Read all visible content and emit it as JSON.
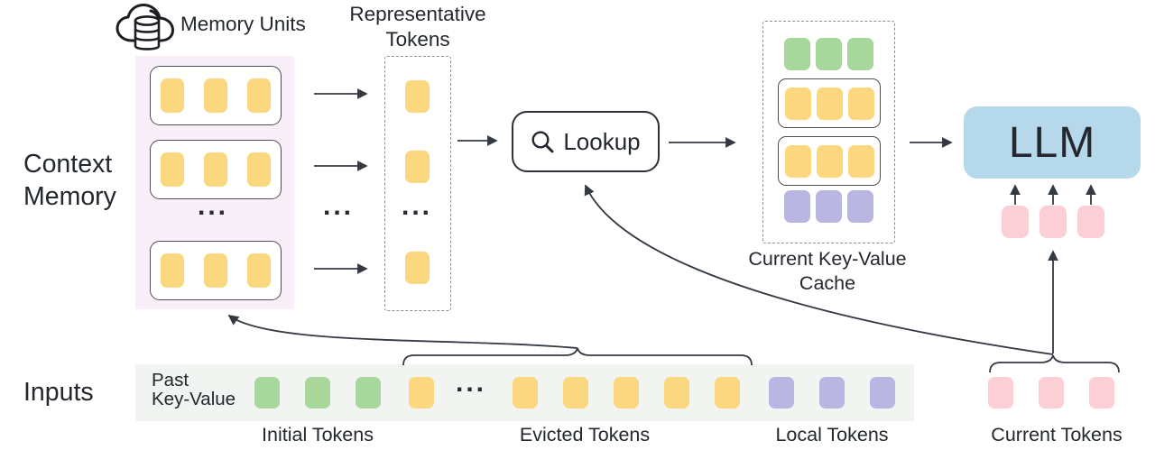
{
  "labels": {
    "memory_units": "Memory Units",
    "representative_tokens": {
      "line1": "Representative",
      "line2": "Tokens"
    },
    "context_memory": {
      "line1": "Context",
      "line2": "Memory"
    },
    "lookup": "Lookup",
    "current_cache": {
      "line1": "Current Key-Value",
      "line2": "Cache"
    },
    "llm": "LLM",
    "inputs": "Inputs",
    "past_key_value": {
      "line1": "Past",
      "line2": "Key-Value"
    },
    "initial_tokens": "Initial Tokens",
    "evicted_tokens": "Evicted Tokens",
    "local_tokens": "Local Tokens",
    "current_tokens": "Current Tokens",
    "ellipsis": "..."
  },
  "colors": {
    "yellow": "#FBD780",
    "green": "#A7D79A",
    "purple": "#B9B6E2",
    "pink": "#FBCFD5",
    "llm_blue": "#B5D8EA",
    "memory_panel_bg": "#F9EFF8",
    "input_strip_bg": "#F1F4F1",
    "line": "#343A43"
  },
  "tokens": {
    "memory_unit_row": {
      "count": 3,
      "color": "yellow",
      "name": "memory-token"
    },
    "rep_column": {
      "count": 3,
      "color": "yellow",
      "name": "representative-token"
    },
    "cache_initial_row": {
      "count": 3,
      "color": "green",
      "name": "cache-initial-token"
    },
    "cache_memory_row_1": {
      "count": 3,
      "color": "yellow",
      "name": "cache-memory-token"
    },
    "cache_memory_row_2": {
      "count": 3,
      "color": "yellow",
      "name": "cache-memory-token"
    },
    "cache_local_row": {
      "count": 3,
      "color": "purple",
      "name": "cache-local-token"
    },
    "llm_input_row": {
      "count": 3,
      "color": "pink",
      "name": "llm-input-token"
    },
    "strip_initial": {
      "count": 3,
      "color": "green",
      "name": "initial-token"
    },
    "strip_evicted_first": {
      "count": 1,
      "color": "yellow",
      "name": "evicted-token"
    },
    "strip_evicted_rest": {
      "count": 5,
      "color": "yellow",
      "name": "evicted-token"
    },
    "strip_local": {
      "count": 3,
      "color": "purple",
      "name": "local-token"
    },
    "strip_current": {
      "count": 3,
      "color": "pink",
      "name": "current-token"
    }
  }
}
